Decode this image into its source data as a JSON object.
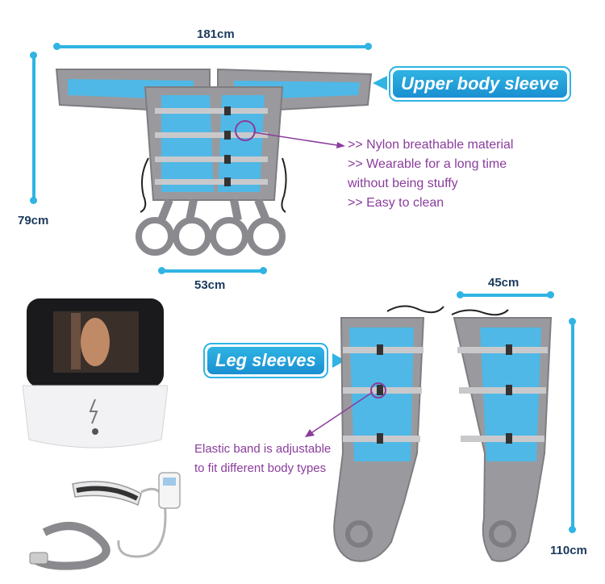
{
  "dimensions": {
    "upper_width": "181cm",
    "upper_height": "79cm",
    "upper_cuff": "53cm",
    "leg_width": "45cm",
    "leg_height": "110cm"
  },
  "tags": {
    "upper": "Upper body sleeve",
    "leg": "Leg sleeves"
  },
  "features": [
    ">> Nylon breathable material",
    ">> Wearable for a long time",
    "without being stuffy",
    ">> Easy to clean"
  ],
  "leg_note": [
    "Elastic band is adjustable",
    "to fit different body types"
  ],
  "colors": {
    "accent": "#2fb4e3",
    "note_purple": "#8a3d9c",
    "sleeve_blue": "#4fb8e6",
    "sleeve_gray": "#9a9a9e"
  }
}
